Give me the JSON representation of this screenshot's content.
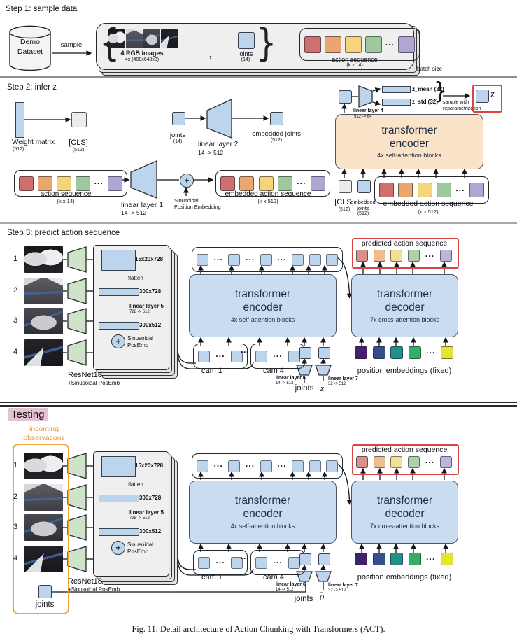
{
  "step1": {
    "title": "Step 1: sample data",
    "dataset_l1": "Demo",
    "dataset_l2": "Dataset",
    "sample_label": "sample",
    "brace_open": "{",
    "brace_close": "}",
    "images_label": "4 RGB images",
    "images_sub": "4x (480x640x3)",
    "comma": ",",
    "joints_label": "joints",
    "joints_sub": "(14)",
    "action_label": "action sequence",
    "action_sub": "(k x 14)",
    "batch_label": "batch size"
  },
  "step2": {
    "title": "Step 2: infer z",
    "weight_label": "Weight matrix",
    "weight_sub": "(512)",
    "cls_label": "[CLS]",
    "cls_sub": "(512)",
    "joints_label": "joints",
    "joints_sub": "(14)",
    "ll2_label": "linear layer 2",
    "ll2_sub": "14 -> 512",
    "embj_label": "embedded joints",
    "embj_sub": "(512)",
    "action_label": "action sequence",
    "action_sub": "(k x 14)",
    "ll1_label": "linear layer 1",
    "ll1_sub": "14 -> 512",
    "plus": "+",
    "sin_l1": "Sinusoidal",
    "sin_l2": "Position Embedding",
    "emba_label": "embedded action sequence",
    "emba_sub": "(k x 512)",
    "enc_l1": "transformer",
    "enc_l2": "encoder",
    "enc_sub": "4x self-attention blocks",
    "ll4_label": "linear layer 4",
    "ll4_sub": "512 -> 64",
    "zmean_label": "z_mean (32)",
    "zstd_label": "z_std (32)",
    "bracket": "}",
    "samp_l1": "sample with",
    "samp_l2": "reparametrization",
    "z_symbol": "z",
    "in_cls_label": "[CLS]",
    "in_cls_sub": "(512)",
    "in_embj_l1": "embedded",
    "in_embj_l2": "joints",
    "in_embj_sub": "(512)",
    "in_emba_label": "embedded action sequence",
    "in_emba_sub": "(k x 512)"
  },
  "pipeline": {
    "cam_numbers": [
      "1",
      "2",
      "3",
      "4"
    ],
    "feat_label": "15x20x728",
    "flatten_label": "flatten",
    "bar1_label": "300x728",
    "ll5_label": "linear layer 5",
    "ll5_sub": "728 -> 512",
    "bar2_label": "300x512",
    "plus": "+",
    "pe_l1": "Sinusoidal",
    "pe_l2": "PosEmb",
    "resnet_label": "ResNet18",
    "resnet_sub": "+Sinusoidal PosEmb",
    "enc_l1": "transformer",
    "enc_l2": "encoder",
    "enc_sub": "4x self-attention blocks",
    "cam1_label": "cam 1",
    "cam4_label": "cam 4",
    "ll6_label": "linear layer 6",
    "ll6_sub": "14 -> 512",
    "ll7_label": "linear layer 7",
    "ll7_sub": "32 -> 512",
    "joints_label": "joints",
    "dec_l1": "transformer",
    "dec_l2": "decoder",
    "dec_sub": "7x cross-attention blocks",
    "pred_label": "predicted action sequence",
    "pos_label": "position embeddings (fixed)"
  },
  "step3": {
    "title": "Step 3: predict action sequence",
    "z_symbol": "z"
  },
  "testing": {
    "title": "Testing",
    "incoming_l1": "incoming",
    "incoming_l2": "observations",
    "zero_symbol": "0",
    "vec_arrow": "→",
    "joints_label": "joints"
  },
  "caption": "Fig. 11: Detail architecture of Action Chunking with Transformers (ACT).",
  "rows": {
    "dots_glyph": "···",
    "action": [
      "#cf6f6e",
      "#e9a76f",
      "#f4d57a",
      "#a0c89d",
      "dots",
      "#b1a5d5"
    ],
    "pred": [
      "#d8908f",
      "#eebc8e",
      "#f6df93",
      "#afd0ab",
      "dots",
      "#bfb4dc"
    ],
    "viridis": [
      "#44216b",
      "#32508c",
      "#21908b",
      "#35af68",
      "dots",
      "#e7e234"
    ],
    "enc_top": [
      "#bdd5ec",
      "dots",
      "#bdd5ec",
      "dots",
      "#bdd5ec",
      "dots",
      "#bdd5ec",
      "#bdd5ec",
      "#bdd5ec"
    ],
    "cam_group": [
      "#bdd5ec",
      "dots",
      "#bdd5ec"
    ]
  },
  "colors": {
    "token_blue": "#bdd5ec",
    "panel_blue": "#cadcf0",
    "encoder_orange": "#fae3c8",
    "resnet_green": "#cfe3c9",
    "red_outline": "#d94444",
    "testing_highlight": "#e4c4d4",
    "incoming_orange": "#f0a43c"
  }
}
